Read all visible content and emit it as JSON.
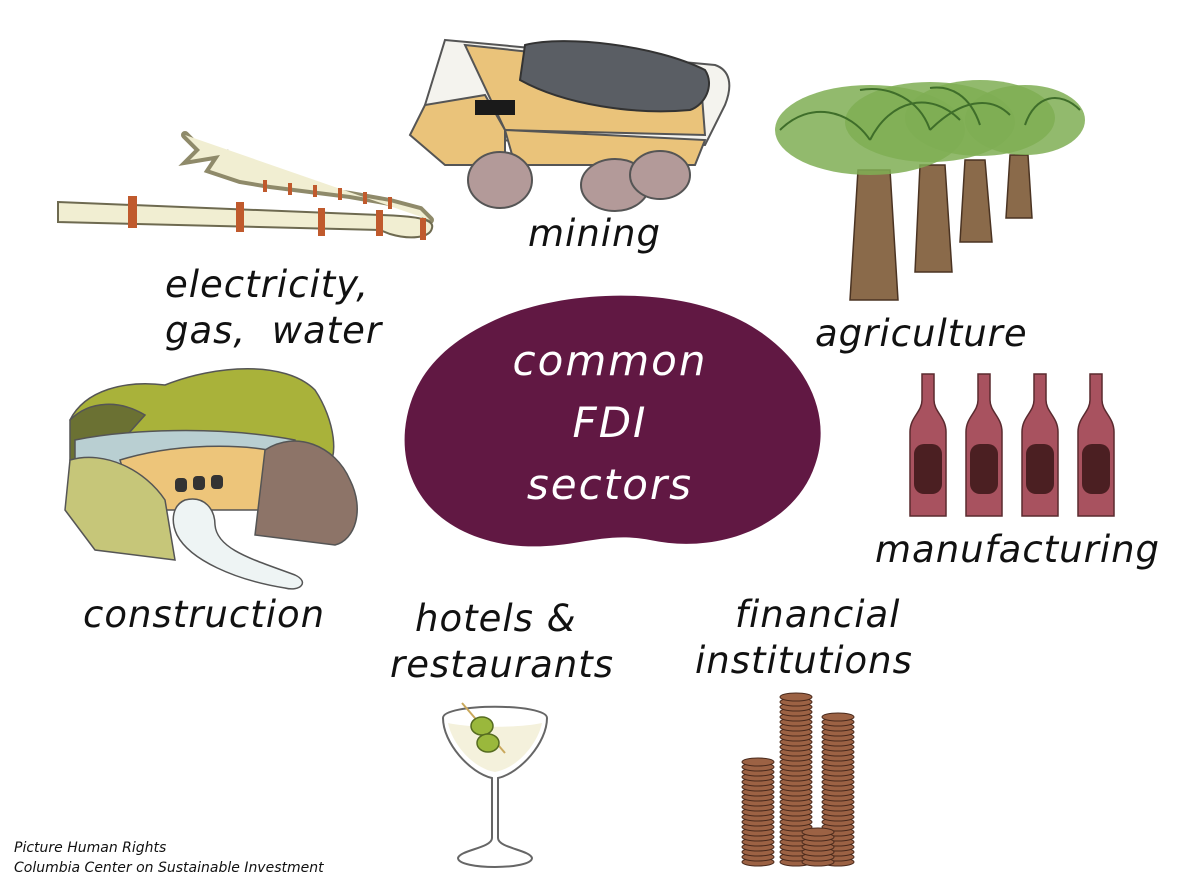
{
  "center": {
    "lines": [
      "common",
      "FDI",
      "sectors"
    ]
  },
  "colors": {
    "blob": "#611843",
    "truck_body": "#eac37a",
    "coal": "#5a5e64",
    "wheel": "#b39a99",
    "palm_leaf": "#7fae54",
    "palm_trunk": "#8a6a4a",
    "bottle": "#a8525f",
    "bottle_label": "#4b1f22",
    "coin": "#9c6244",
    "pipe": "#f1eed2",
    "pipe_clamp": "#c05a2d"
  },
  "sectors": {
    "electricity": {
      "line1": "electricity,",
      "line2": "gas,  water",
      "icon": "pipeline-icon"
    },
    "mining": {
      "label": "mining",
      "icon": "dump-truck-icon"
    },
    "agriculture": {
      "label": "agriculture",
      "icon": "palm-trees-icon"
    },
    "manufacturing": {
      "label": "manufacturing",
      "icon": "bottles-icon"
    },
    "construction": {
      "label": "construction",
      "icon": "dam-icon"
    },
    "hotels": {
      "line1": "hotels &",
      "line2": "restaurants",
      "icon": "martini-glass-icon"
    },
    "financial": {
      "line1": "financial",
      "line2": "institutions",
      "icon": "coin-stacks-icon"
    }
  },
  "credits": {
    "line1": "Picture Human Rights",
    "line2": "Columbia Center on Sustainable Investment"
  }
}
